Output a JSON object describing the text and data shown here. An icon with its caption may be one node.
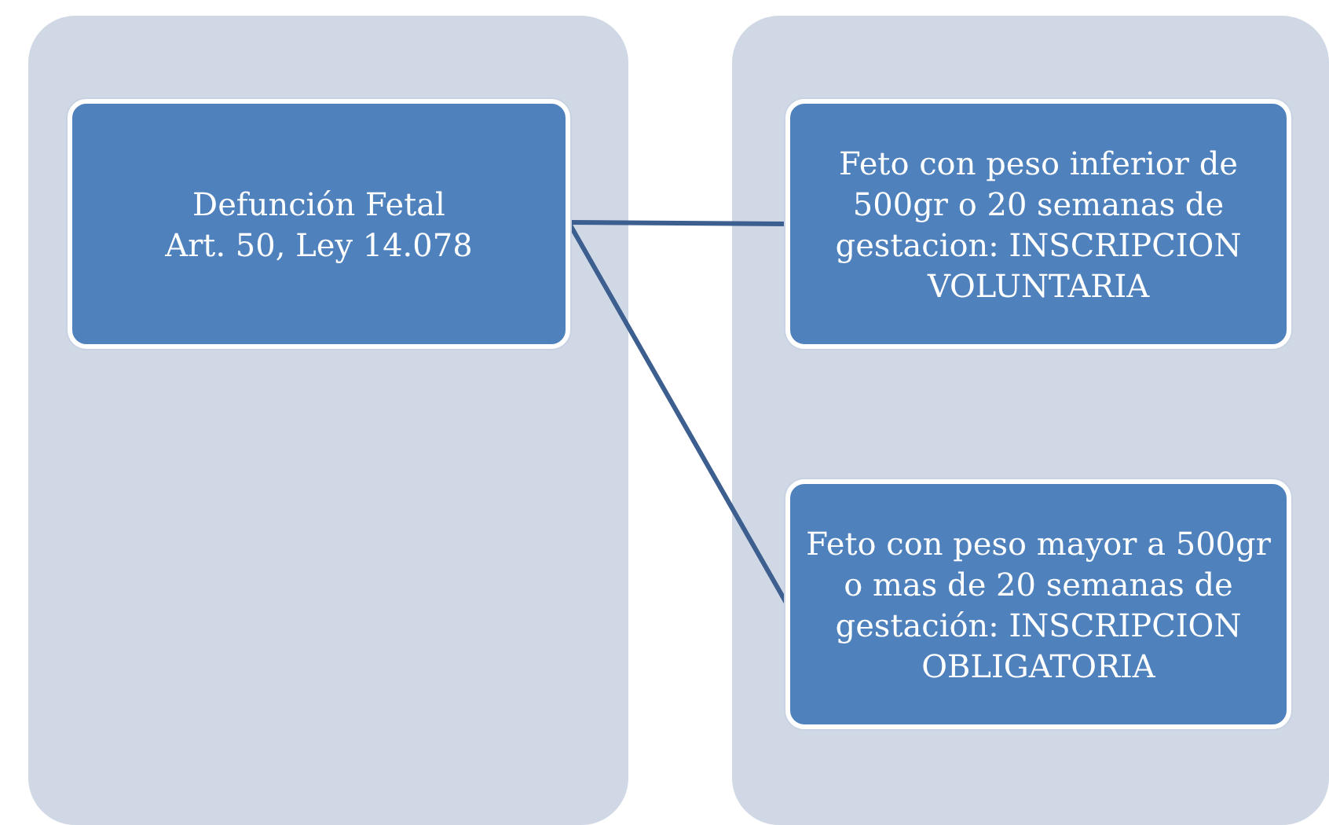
{
  "diagram": {
    "nodes": [
      {
        "text": [],
        "shape": "box"
      },
      {
        "text": [],
        "shape": "box"
      },
      {
        "text": [
          "Defunción Fetal",
          "Art. 50, Ley 14.078"
        ],
        "in": 0
      },
      {
        "text": [
          "Feto con peso inferior de 500gr o 20 semanas de gestacion: INSCRIPCION VOLUNTARIA"
        ],
        "in": 1
      },
      {
        "text": [
          "Feto con peso mayor a 500gr o mas de 20 semanas de gestación: INSCRIPCION OBLIGATORIA"
        ],
        "in": 1
      }
    ],
    "edges": [
      {
        "from": 2,
        "to": 3,
        "arrow": "none"
      },
      {
        "from": 2,
        "to": 4,
        "arrow": "none"
      }
    ]
  }
}
